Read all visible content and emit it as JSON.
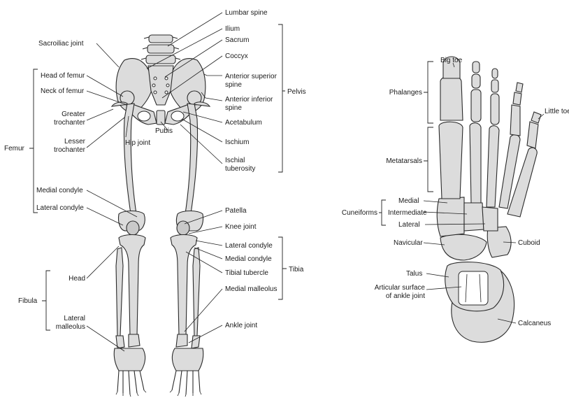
{
  "leg": {
    "labels": {
      "lumbar_spine": "Lumbar spine",
      "ilium": "Ilium",
      "sacrum": "Sacrum",
      "coccyx": "Coccyx",
      "asis_1": "Anterior superior",
      "asis_2": "spine",
      "aiis_1": "Anterior inferior",
      "aiis_2": "spine",
      "pelvis": "Pelvis",
      "acetabulum": "Acetabulum",
      "ischium": "Ischium",
      "ischial_1": "Ischial",
      "ischial_2": "tuberosity",
      "sacroiliac": "Sacroiliac joint",
      "head_femur": "Head of femur",
      "neck_femur": "Neck of femur",
      "greater_1": "Greater",
      "greater_2": "trochanter",
      "lesser_1": "Lesser",
      "lesser_2": "trochanter",
      "femur": "Femur",
      "hip_joint": "Hip joint",
      "pubis": "Pubis",
      "medial_condyle_femur": "Medial condyle",
      "lateral_condyle_femur": "Lateral condyle",
      "patella": "Patella",
      "knee_joint": "Knee joint",
      "lateral_condyle_tibia": "Lateral condyle",
      "medial_condyle_tibia": "Medial condyle",
      "tibial_tubercle": "Tibial tubercle",
      "tibia": "Tibia",
      "medial_malleolus": "Medial malleolus",
      "ankle_joint": "Ankle joint",
      "head": "Head",
      "fibula": "Fibula",
      "lateral_1": "Lateral",
      "lateral_2": "malleolus"
    }
  },
  "foot": {
    "labels": {
      "big_toe": "Big toe",
      "little_toe": "Little toe",
      "phalanges": "Phalanges",
      "metatarsals": "Metatarsals",
      "medial": "Medial",
      "cuneiforms": "Cuneiforms",
      "intermediate": "Intermediate",
      "lateral": "Lateral",
      "navicular": "Navicular",
      "cuboid": "Cuboid",
      "talus": "Talus",
      "articular_1": "Articular surface",
      "articular_2": "of ankle joint",
      "calcaneus": "Calcaneus"
    }
  }
}
